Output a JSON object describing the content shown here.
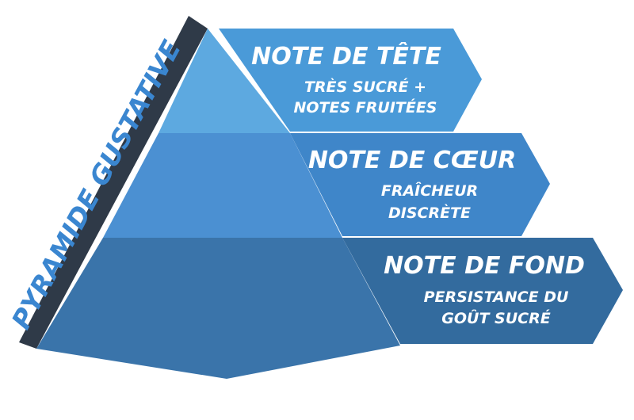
{
  "vertical_title": "PYRAMIDE GUSTATIVE",
  "tiers": [
    {
      "title": "NOTE DE TÊTE",
      "line1": "TRÈS SUCRÉ +",
      "line2": "NOTES FRUITÉES"
    },
    {
      "title": "NOTE DE CŒUR",
      "line1": "FRAÎCHEUR",
      "line2": "DISCRÈTE"
    },
    {
      "title": "NOTE DE FOND",
      "line1": "PERSISTANCE DU",
      "line2": "GOÛT SUCRÉ"
    }
  ],
  "colors": {
    "vertical_title": "#3a86d0",
    "shadow": "#2f3a48",
    "top_pyramid": "#5da9e0",
    "top_banner": "#4a9ad8",
    "middle_pyramid": "#4b90d2",
    "middle_banner": "#3f86c9",
    "bottom_pyramid": "#3a74aa",
    "bottom_banner": "#336b9e",
    "text": "#ffffff"
  }
}
